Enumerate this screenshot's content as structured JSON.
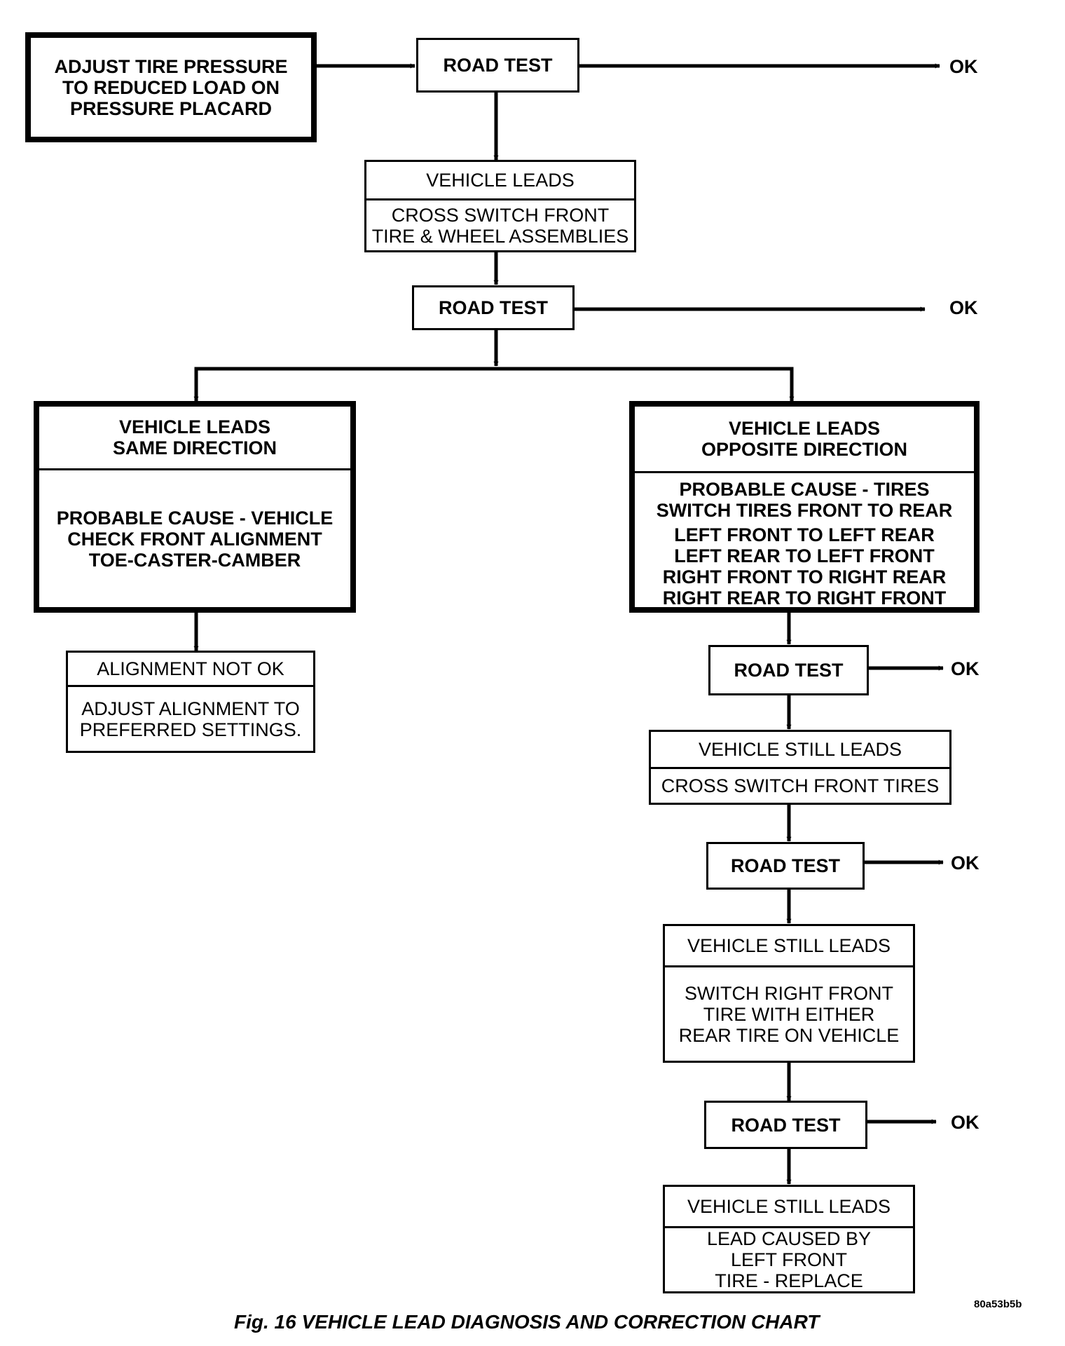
{
  "start": {
    "text": "ADJUST TIRE PRESSURE\nTO REDUCED LOAD ON\nPRESSURE PLACARD"
  },
  "road_test_1": {
    "label": "ROAD TEST",
    "ok": "OK"
  },
  "step_cross_switch": {
    "header": "VEHICLE LEADS",
    "body": "CROSS SWITCH FRONT\nTIRE & WHEEL ASSEMBLIES"
  },
  "road_test_2": {
    "label": "ROAD TEST",
    "ok": "OK"
  },
  "left_branch": {
    "header": "VEHICLE LEADS\nSAME DIRECTION",
    "body": "PROBABLE CAUSE - VEHICLE\nCHECK FRONT ALIGNMENT\nTOE-CASTER-CAMBER",
    "result_header": "ALIGNMENT NOT OK",
    "result_body": "ADJUST ALIGNMENT TO\nPREFERRED SETTINGS."
  },
  "right_branch": {
    "header": "VEHICLE LEADS\nOPPOSITE DIRECTION",
    "cause": "PROBABLE CAUSE - TIRES\nSWITCH TIRES FRONT TO REAR",
    "moves": "LEFT FRONT TO LEFT REAR\nLEFT REAR TO LEFT FRONT\nRIGHT FRONT TO RIGHT REAR\nRIGHT REAR TO RIGHT FRONT"
  },
  "road_test_3": {
    "label": "ROAD TEST",
    "ok": "OK"
  },
  "step_front_tires": {
    "header": "VEHICLE STILL LEADS",
    "body": "CROSS SWITCH FRONT TIRES"
  },
  "road_test_4": {
    "label": "ROAD TEST",
    "ok": "OK"
  },
  "step_right_front": {
    "header": "VEHICLE STILL LEADS",
    "body": "SWITCH RIGHT FRONT\nTIRE WITH EITHER\nREAR TIRE ON VEHICLE"
  },
  "road_test_5": {
    "label": "ROAD TEST",
    "ok": "OK"
  },
  "step_final": {
    "header": "VEHICLE STILL LEADS",
    "body": "LEAD CAUSED BY\nLEFT FRONT\nTIRE - REPLACE"
  },
  "figure_code": "80a53b5b",
  "caption": "Fig. 16 VEHICLE LEAD DIAGNOSIS AND CORRECTION CHART"
}
